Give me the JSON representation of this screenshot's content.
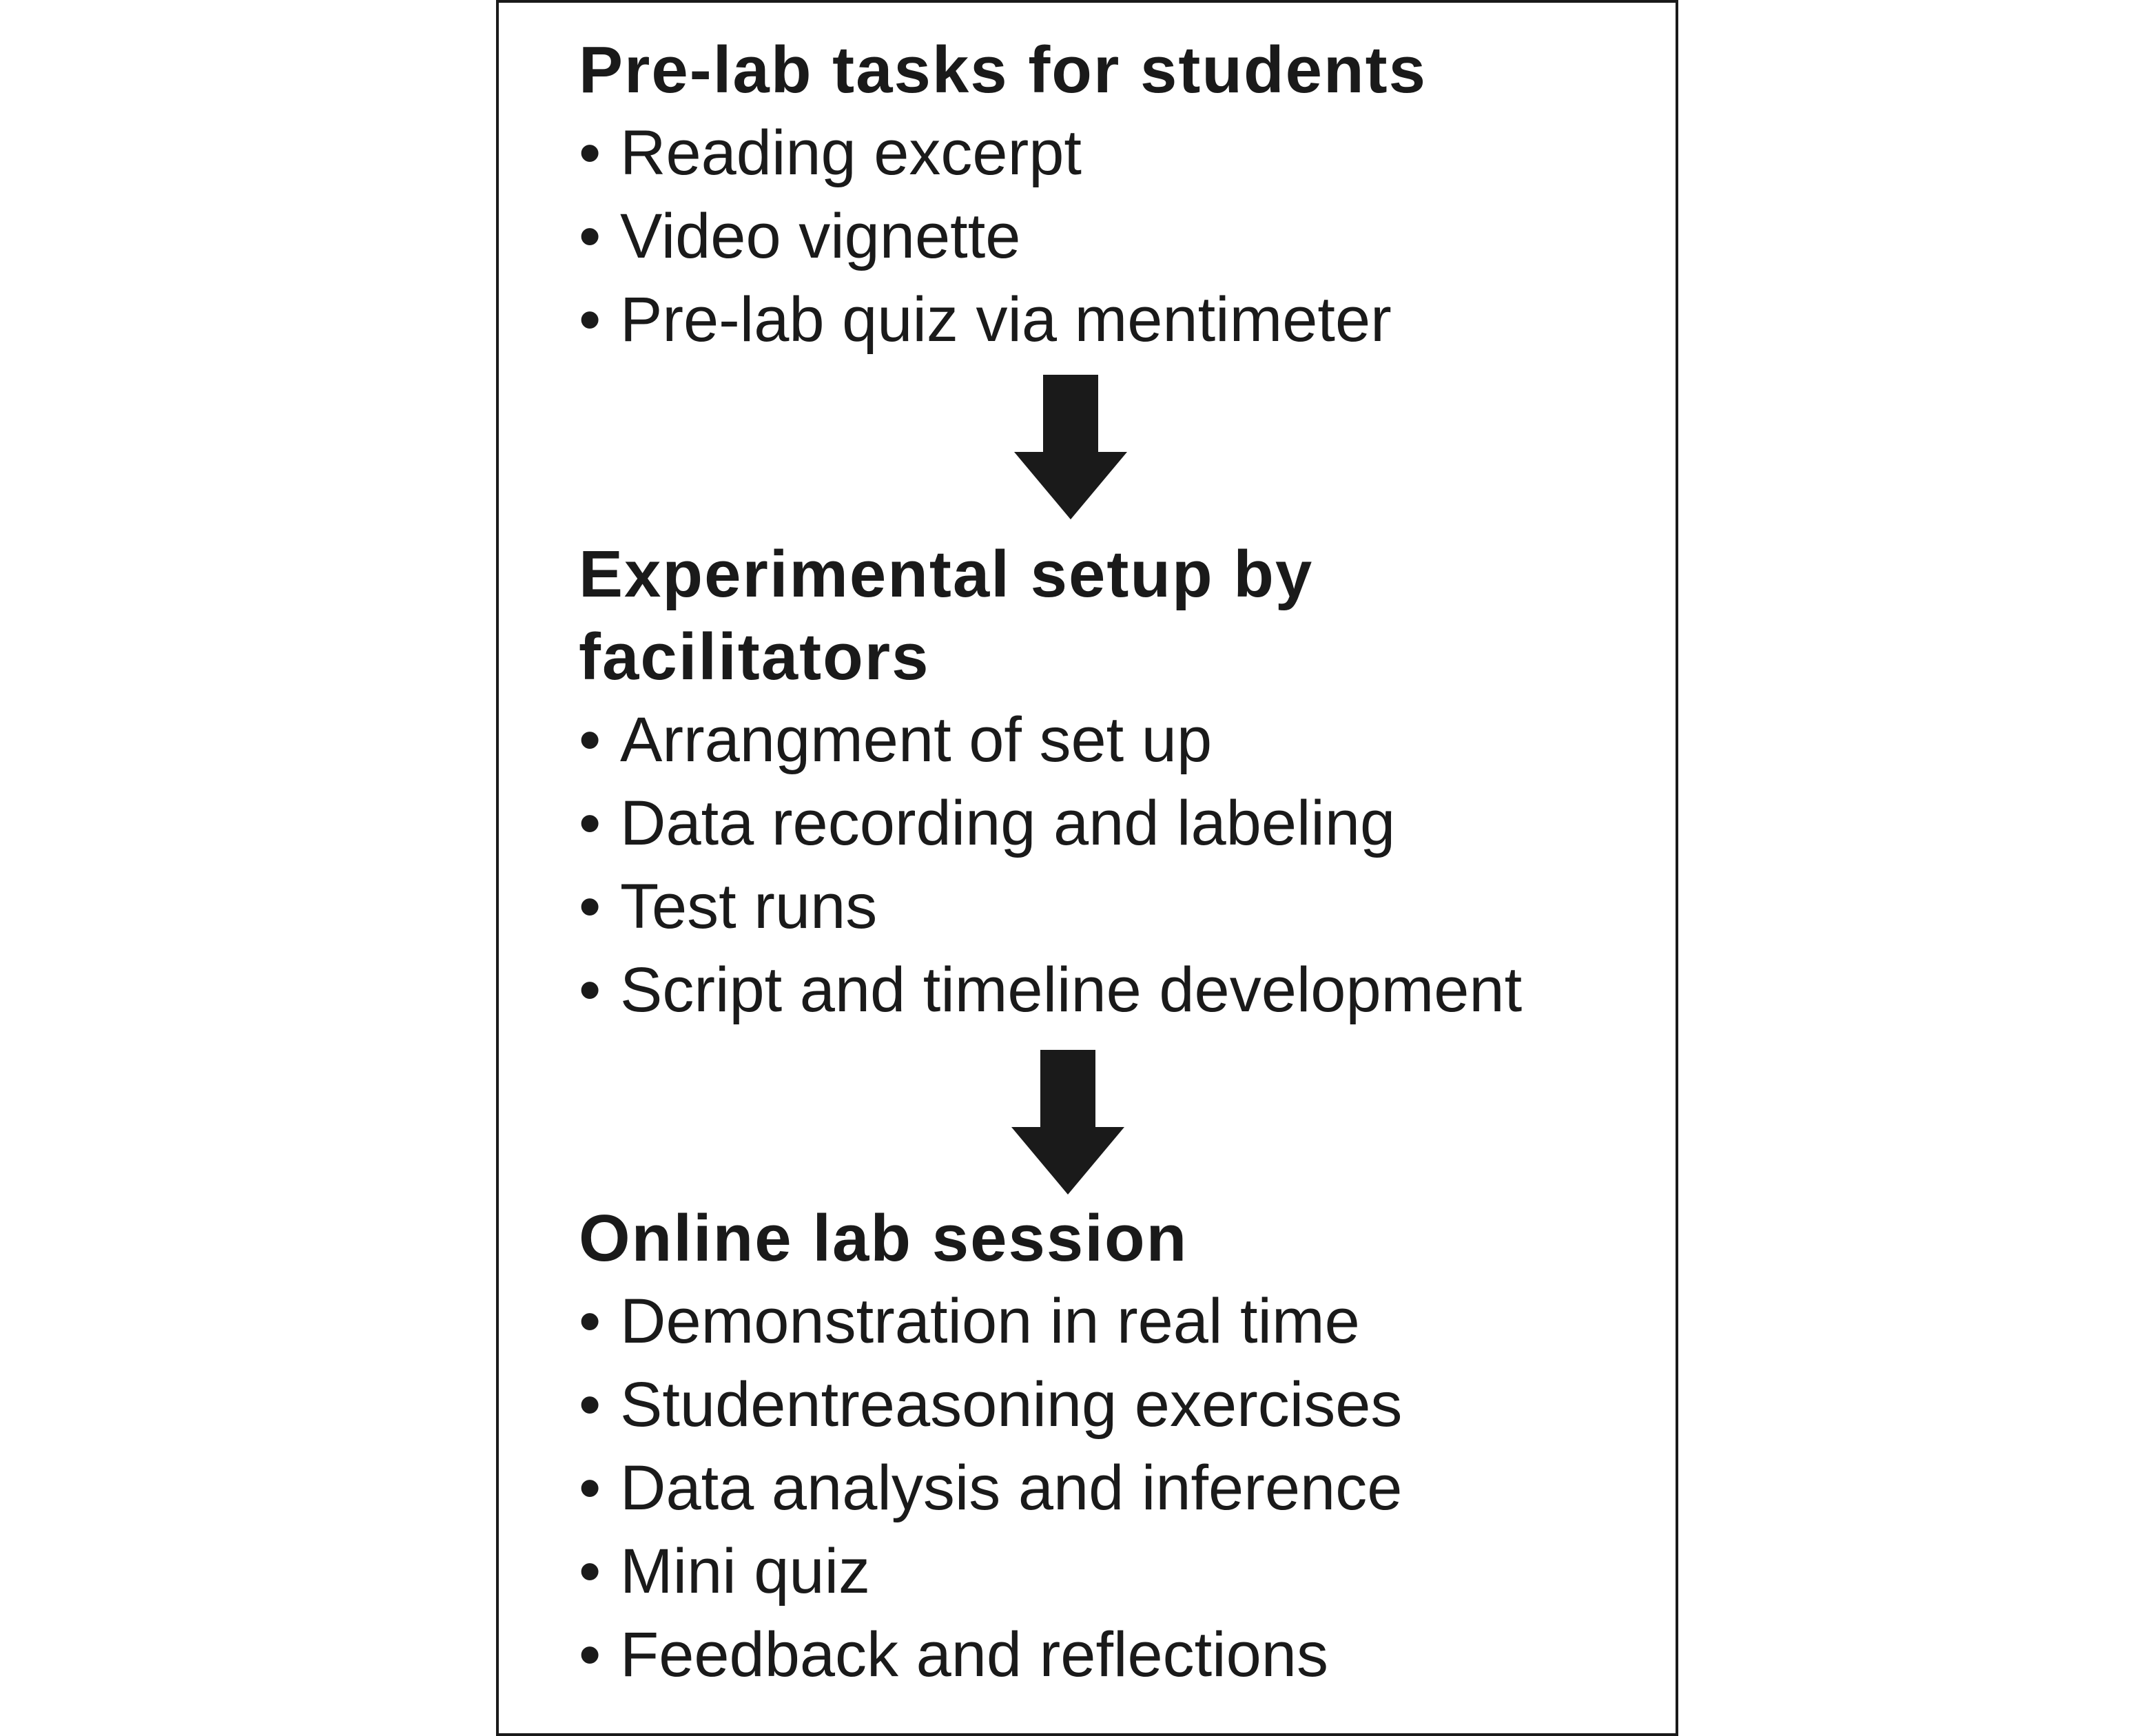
{
  "diagram": {
    "sections": [
      {
        "heading": "Pre-lab tasks for students",
        "bullet": "•",
        "items": [
          "Reading excerpt",
          "Video vignette",
          "Pre-lab quiz via mentimeter"
        ]
      },
      {
        "heading": "Experimental setup by facilitators",
        "bullet": "•",
        "items": [
          "Arrangment of set up",
          "Data recording and labeling",
          "Test runs",
          "Script and timeline development"
        ]
      },
      {
        "heading": "Online lab session",
        "bullet": "•",
        "items": [
          "Demonstration in real time",
          "Studentreasoning exercises",
          "Data analysis and inference",
          "Mini quiz",
          "Feedback and reflections"
        ]
      }
    ],
    "arrow_icon": "down-arrow-icon",
    "colors": {
      "text": "#1a1a1a",
      "border": "#1a1a1a",
      "background": "#ffffff"
    }
  }
}
